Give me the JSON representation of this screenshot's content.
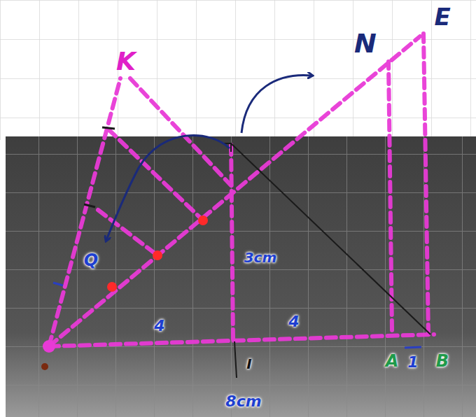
{
  "diagram": {
    "labels": [
      "K",
      "N",
      "E",
      "3cm",
      "4",
      "4",
      "8cm",
      "I",
      "A",
      "1",
      "B",
      "Q"
    ]
  }
}
